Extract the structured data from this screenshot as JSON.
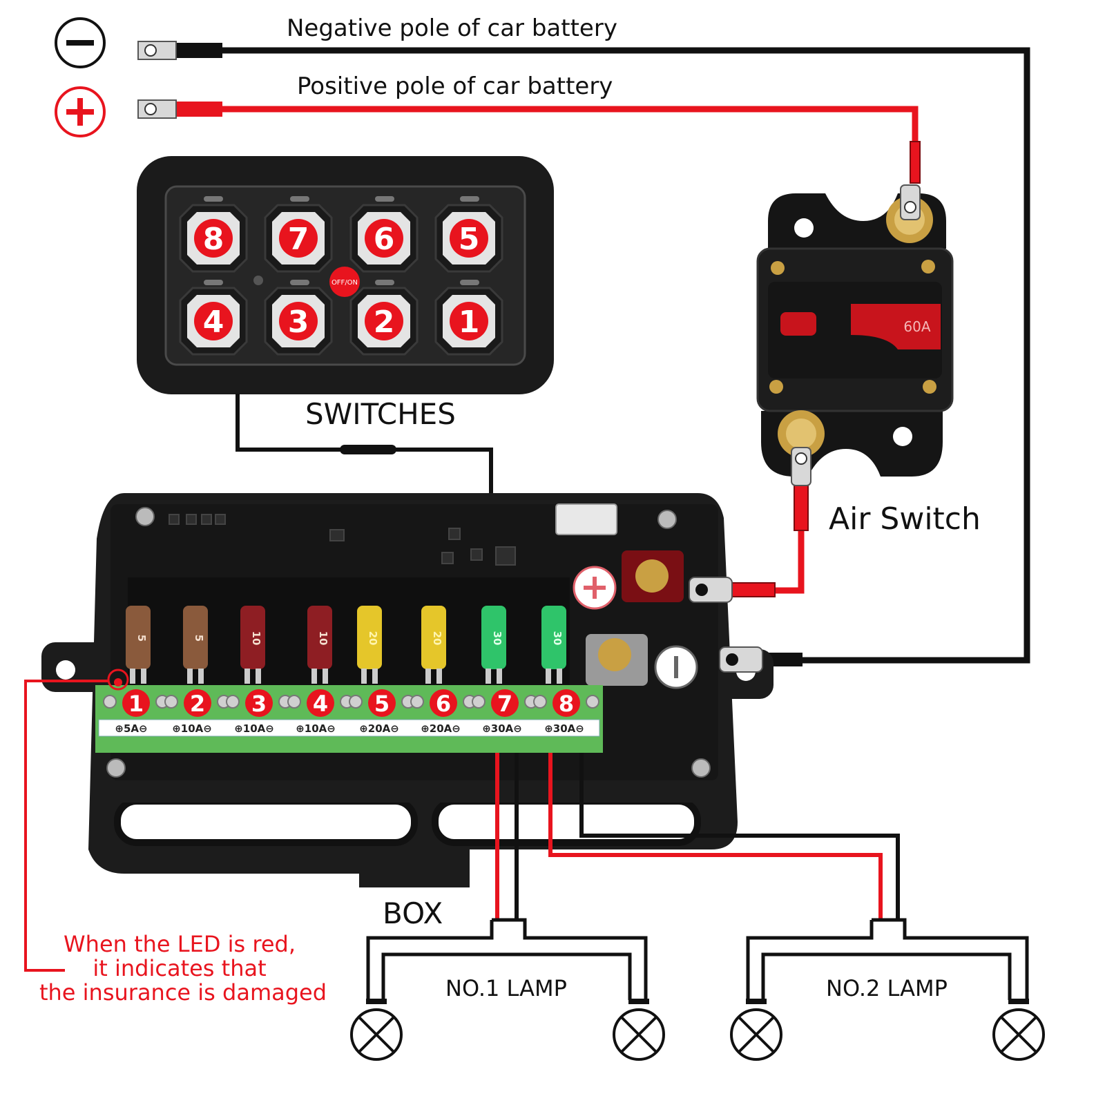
{
  "labels": {
    "negative_pole": "Negative pole of car battery",
    "positive_pole": "Positive pole of car battery",
    "switches": "SWITCHES",
    "air_switch": "Air Switch",
    "air_switch_rating": "60A",
    "box": "BOX",
    "lamp1": "NO.1 LAMP",
    "lamp2": "NO.2 LAMP",
    "led_note_line1": "When the LED is red,",
    "led_note_line2": "it indicates that",
    "led_note_line3": "the insurance is damaged",
    "off_on": "OFF/ON"
  },
  "symbols": {
    "minus": "−",
    "plus": "+"
  },
  "switch_panel": {
    "top_row": [
      "8",
      "7",
      "6",
      "5"
    ],
    "bottom_row": [
      "4",
      "3",
      "2",
      "1"
    ]
  },
  "fuses": [
    {
      "num": "1",
      "value": "5",
      "rating": "5A",
      "color": "#8a5a3c"
    },
    {
      "num": "2",
      "value": "5",
      "rating": "10A",
      "color": "#8a5a3c"
    },
    {
      "num": "3",
      "value": "10",
      "rating": "10A",
      "color": "#8e1e23"
    },
    {
      "num": "4",
      "value": "10",
      "rating": "10A",
      "color": "#8e1e23"
    },
    {
      "num": "5",
      "value": "20",
      "rating": "20A",
      "color": "#e5c62a"
    },
    {
      "num": "6",
      "value": "20",
      "rating": "20A",
      "color": "#e5c62a"
    },
    {
      "num": "7",
      "value": "30",
      "rating": "30A",
      "color": "#2fc46a"
    },
    {
      "num": "8",
      "value": "30",
      "rating": "30A",
      "color": "#2fc46a"
    }
  ],
  "colors": {
    "positive_wire": "#e8141e",
    "negative_wire": "#111111",
    "terminal_block": "#5fba58",
    "box_body": "#1c1c1c"
  }
}
